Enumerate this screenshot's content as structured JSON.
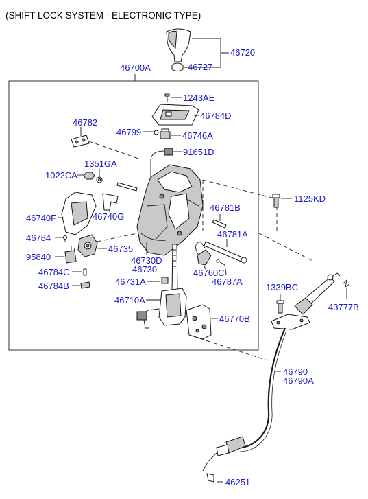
{
  "header": {
    "caption": "(SHIFT LOCK SYSTEM - ELECTRONIC TYPE)"
  },
  "colors": {
    "label": "#1a1ac8",
    "line": "#1a1a1a",
    "part_fill": "#c9c9c9"
  },
  "labels": {
    "p46720": "46720",
    "p46727": "46727",
    "p46700A": "46700A",
    "p1243AE": "1243AE",
    "p46784D": "46784D",
    "p46782": "46782",
    "p46799": "46799",
    "p46746A": "46746A",
    "p91651D": "91651D",
    "p1351GA": "1351GA",
    "p1022CA": "1022CA",
    "p1125KD": "1125KD",
    "p46781B": "46781B",
    "p46740F": "46740F",
    "p46740G": "46740G",
    "p46781A": "46781A",
    "p46784": "46784",
    "p46735": "46735",
    "p95840": "95840",
    "p46730D": "46730D",
    "p46730": "46730",
    "p46760C": "46760C",
    "p46784C": "46784C",
    "p46787A": "46787A",
    "p46784B": "46784B",
    "p46731A": "46731A",
    "p1339BC": "1339BC",
    "p43777B": "43777B",
    "p46710A": "46710A",
    "p46770B": "46770B",
    "p46790": "46790",
    "p46790A": "46790A",
    "p46251": "46251"
  }
}
